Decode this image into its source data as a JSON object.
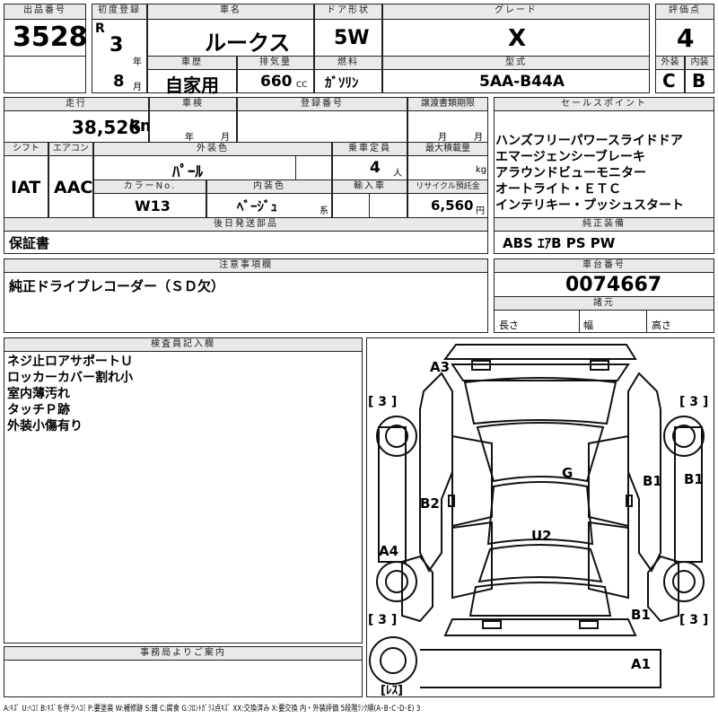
{
  "labels": {
    "lot_no": "出品番号",
    "first_reg": "初度登録",
    "car_name": "車名",
    "door": "ドア形状",
    "grade": "グレード",
    "score": "評価点",
    "history": "車歴",
    "displacement": "排気量",
    "fuel": "燃料",
    "model_code": "型式",
    "exterior": "外装",
    "interior": "内装",
    "mileage": "走行",
    "inspection": "車検",
    "registration": "登録番号",
    "transfer_doc": "譲渡書類期限",
    "sales_points": "セールスポイント",
    "shift": "シフト",
    "aircon": "エアコン",
    "ext_color": "外装色",
    "capacity": "乗車定員",
    "max_load": "最大積載量",
    "color_no": "カラーNo.",
    "int_color": "内装色",
    "import": "輸入車",
    "recycle": "リサイクル預託金",
    "later_parts": "後日発送部品",
    "equipment": "純正装備",
    "caution": "注意事項欄",
    "chassis_no": "車台番号",
    "dimensions": "諸元",
    "length": "長さ",
    "width": "幅",
    "height": "高さ",
    "inspector": "検査員記入欄",
    "office": "事務局よりご案内",
    "unit_year": "年",
    "unit_month": "月",
    "unit_km": "km",
    "unit_cc": "CC",
    "unit_person": "人",
    "unit_kg": "kg",
    "unit_yen": "円",
    "unit_kei": "系",
    "era": "R"
  },
  "values": {
    "lot_no": "3528",
    "reg_year": "3",
    "reg_month": "8",
    "car_name": "ルークス",
    "door": "5W",
    "grade": "X",
    "score": "4",
    "history": "自家用",
    "displacement": "660",
    "fuel": "ｶﾞｿﾘﾝ",
    "model_code": "5AA-B44A",
    "exterior_score": "C",
    "interior_score": "B",
    "mileage": "38,526",
    "shift": "IAT",
    "aircon": "AAC",
    "ext_color": "ﾊﾟｰﾙ",
    "capacity": "4",
    "color_no": "W13",
    "int_color": "ﾍﾞｰｼﾞｭ",
    "recycle": "6,560",
    "later_parts": "保証書",
    "equipment": "ABS ｴｱB PS PW",
    "caution": "純正ドライブレコーダー（ＳＤ欠）",
    "chassis_no": "0074667"
  },
  "sales_points": [
    "ハンズフリーパワースライドドア",
    "エマージェンシーブレーキ",
    "アラウンドビューモニター",
    "オートライト・ＥＴＣ",
    "インテリキー・プッシュスタート"
  ],
  "inspector_notes": [
    "ネジ止ロアサポートＵ",
    "ロッカーカバー割れ小",
    "室内薄汚れ",
    "タッチＰ跡",
    "外装小傷有り"
  ],
  "diagram_marks": {
    "a3": "A3",
    "g": "G",
    "b1_right": "B1",
    "b1_edge": "B1",
    "b2": "B2",
    "u2": "U2",
    "a4": "A4",
    "b1_lower": "B1",
    "a1": "A1",
    "tire_fl": "[ 3 ]",
    "tire_fr": "[ 3 ]",
    "tire_rl": "[ 3 ]",
    "tire_rr": "[ 3 ]",
    "spare": "[ﾚｽ]"
  },
  "legend": "A:ｷｽﾞ U:ﾍｺﾐ B:ｷｽﾞを伴うﾍｺﾐ P:要塗装 W:補修跡 S:錆 C:腐食 G:ﾌﾛﾝﾄｶﾞﾗｽ点ｷｽﾞ XX:交換済み X:要交換 内・外装評価 5段階ﾗﾝｸ順(A･B･C･D･E) 3"
}
